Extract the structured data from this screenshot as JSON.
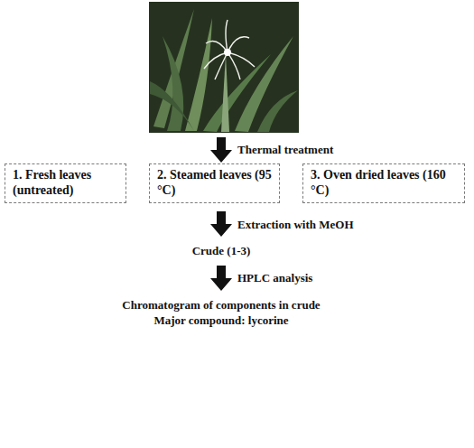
{
  "diagram": {
    "nodes": [
      {
        "text": [
          "1. Fresh leaves (untreated)"
        ]
      },
      {
        "text": [
          "2. Steamed leaves (95 °C)"
        ]
      },
      {
        "text": [
          "3. Oven dried leaves (160 °C)"
        ]
      }
    ],
    "labels": [
      "Thermal treatment",
      "Extraction with MeOH",
      "Crude (1-3)",
      "HPLC analysis",
      "Chromatogram of components in crude",
      "Major compound: lycorine"
    ]
  }
}
